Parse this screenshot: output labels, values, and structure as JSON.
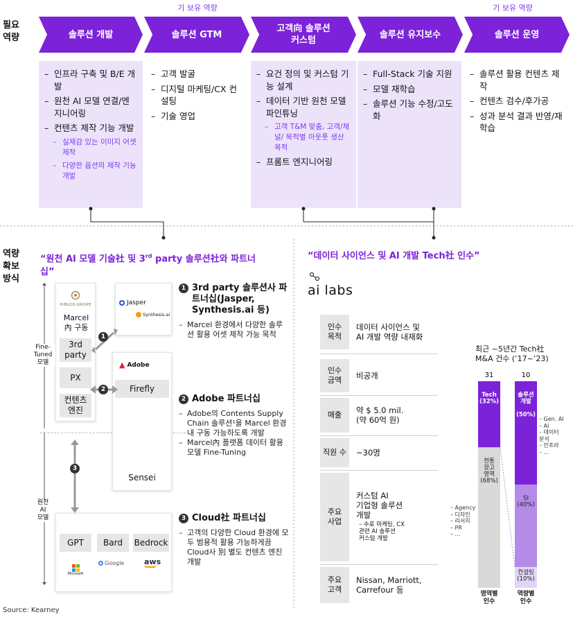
{
  "side": {
    "required_capability": "필요\n역량",
    "acquisition_method": "역량\n확보\n방식"
  },
  "above_labels": [
    "기 보유 역량",
    "기 보유 역량"
  ],
  "stages": [
    {
      "title": "솔루션 개발"
    },
    {
      "title": "솔루션 GTM"
    },
    {
      "title": "고객向 솔루션\n커스텀"
    },
    {
      "title": "솔루션 유지보수"
    },
    {
      "title": "솔루션 운영"
    }
  ],
  "capabilities": [
    {
      "items": [
        "인프라 구축 및 B/E 개발",
        "원천 AI 모델 연결/엔지니어링",
        "컨텐츠 제작 기능 개발"
      ],
      "subs": [
        "실재감 있는 이미지 어셋 제작",
        "다양한 옵션의 제작 기능 개발"
      ]
    },
    {
      "items": [
        "고객 발굴",
        "디지털 마케팅/CX 컨설팅",
        "기술 영업"
      ],
      "subs": []
    },
    {
      "items": [
        "요건 정의 및 커스텀 기능 설계",
        "데이터 기반 원천 모델 파인튜닝"
      ],
      "subs": [
        "고객 T&M 맞춤, 고객/채널/ 목적별 아웃풋 생산 목적"
      ],
      "items_after": [
        "프롬트 엔지니어링"
      ]
    },
    {
      "items": [
        "Full-Stack 기술 지원",
        "모델 재학습",
        "솔루션 기능 수정/고도화"
      ],
      "subs": []
    },
    {
      "items": [
        "솔루션 활용 컨텐츠 제작",
        "컨텐츠 검수/후가공",
        "성과 분석 결과 반영/재학습"
      ],
      "subs": []
    }
  ],
  "left_section": {
    "heading_pre": "“원천 AI 모델 기술社 및 3",
    "heading_sup": "rd",
    "heading_post": " party 솔루션社와 파트너십”",
    "publicis_logo": "PUBLICIS GROUPE",
    "marcel": "Marcel\n內 구동",
    "third_party_box": "3rd\nparty",
    "px_box": "PX",
    "content_engine": "컨텐츠\n엔진",
    "fine_tuned": "Fine-\nTuned\n모델",
    "source_ai": "원천\nAI\n모델",
    "jasper": "Jasper",
    "synthesia": "Synthesis.ai",
    "adobe": "Adobe",
    "firefly": "Firefly",
    "sensei": "Sensei",
    "models": [
      "GPT",
      "Bard",
      "Bedrock"
    ],
    "model_logos": [
      "Microsoft",
      "Google",
      "aws"
    ],
    "partnerships": [
      {
        "num": "1",
        "title": "3rd party 솔루션사 파트너십(Jasper, Synthesis.ai 등)",
        "body": [
          "Marcel 환경에서 다양한 솔루션 활용 어셋 제작 가능 목적"
        ]
      },
      {
        "num": "2",
        "title": "Adobe 파트너십",
        "body": [
          "Adobe의 Contents Supply Chain 솔루션¹을 Marcel 환경 내 구동 가능하도록 개발",
          "Marcel內 플랫폼 데이터 활용 모델 Fine-Tuning"
        ]
      },
      {
        "num": "3",
        "title": "Cloud社 파트너십",
        "body": [
          "고객의 다양한 Cloud 환경에 모두 범용적 활용 가능하게끔 Cloud사 別 별도 컨텐츠 엔진 개발"
        ]
      }
    ]
  },
  "right_section": {
    "heading": "“데이터 사이언스 및 AI 개발 Tech社 인수”",
    "logo_text": "ai labs",
    "rows": [
      {
        "label": "인수\n목적",
        "value": "데이터 사이언스 및\nAI 개발 역량 내재화"
      },
      {
        "label": "인수\n금액",
        "value": "비공개"
      },
      {
        "label": "매출",
        "value": "약 $ 5.0 mil.\n(약 60억 원)"
      },
      {
        "label": "직원 수",
        "value": "~30명"
      },
      {
        "label": "주요\n사업",
        "value": "커스텀 AI\n기업형 솔루션\n개발",
        "sub": "– 수로 마케팅, CX\n관련 AI 솔루션\n커스텀 개발"
      },
      {
        "label": "주요\n고객",
        "value": "Nissan, Marriott,\nCarrefour 등"
      }
    ]
  },
  "chart_data": {
    "type": "bar",
    "title": "최근 ~5년간 Tech社\nM&A 건수 (’17~’23)",
    "categories": [
      "영역별\n인수",
      "역량별\n인수"
    ],
    "totals": [
      31,
      10
    ],
    "series": [
      {
        "segments": [
          {
            "label": "Tech\n(32%)",
            "value": 32,
            "color": "#7c22d8"
          },
          {
            "label": "전통\n광고\n영역\n(68%)",
            "value": 68,
            "color": "#d9d9d9"
          }
        ]
      },
      {
        "segments": [
          {
            "label": "솔루션\n개발\n\n(50%)",
            "value": 50,
            "color": "#7c22d8"
          },
          {
            "label": "SI\n(40%)",
            "value": 40,
            "color": "#b48be6"
          },
          {
            "label": "컨설팅\n(10%)",
            "value": 10,
            "color": "#e2d6f7"
          }
        ]
      }
    ],
    "annotations_left": "– Agency\n– 디자인\n– 리서치\n– PR\n– …",
    "annotations_right": "– Gen. AI\n– AI\n– 데이터\n  분석\n– 인프라\n– …"
  },
  "source": "Source: Kearney"
}
